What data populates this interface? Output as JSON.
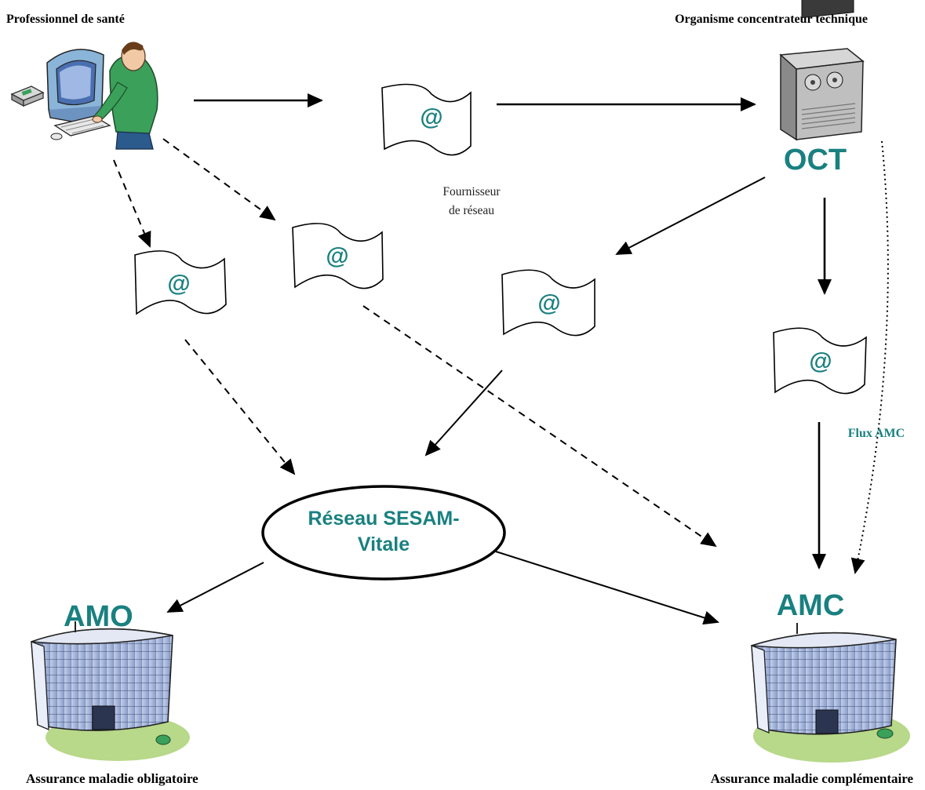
{
  "labels": {
    "professionnel": "Professionnel de santé",
    "organisme": "Organisme concentrateur technique",
    "oct": "OCT",
    "fournisseur_line1": "Fournisseur",
    "fournisseur_line2": "de réseau",
    "reseau_line1": "Réseau SESAM-",
    "reseau_line2": "Vitale",
    "amo": "AMO",
    "amc": "AMC",
    "flux_amc": "Flux AMC",
    "assurance_obligatoire": "Assurance maladie obligatoire",
    "assurance_complementaire": "Assurance maladie complémentaire"
  },
  "documents": [
    {
      "symbol": "@"
    },
    {
      "symbol": "@"
    },
    {
      "symbol": "@"
    },
    {
      "symbol": "@"
    },
    {
      "symbol": "@"
    }
  ],
  "colors": {
    "teal": "#1a8080",
    "building_glass": "#a9b9dd",
    "monitor": "#8ab4d8",
    "person_shirt": "#3aa05a",
    "grass": "#b8d88a"
  }
}
